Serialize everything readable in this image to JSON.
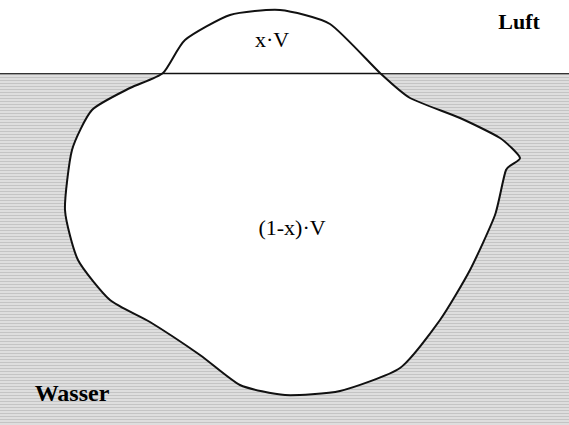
{
  "diagram": {
    "nodes": [
      {
        "text": [
          "Wasser"
        ]
      },
      {
        "text": [
          "x·V",
          "(1-x)·V"
        ]
      }
    ],
    "labels": [
      "Luft"
    ]
  }
}
